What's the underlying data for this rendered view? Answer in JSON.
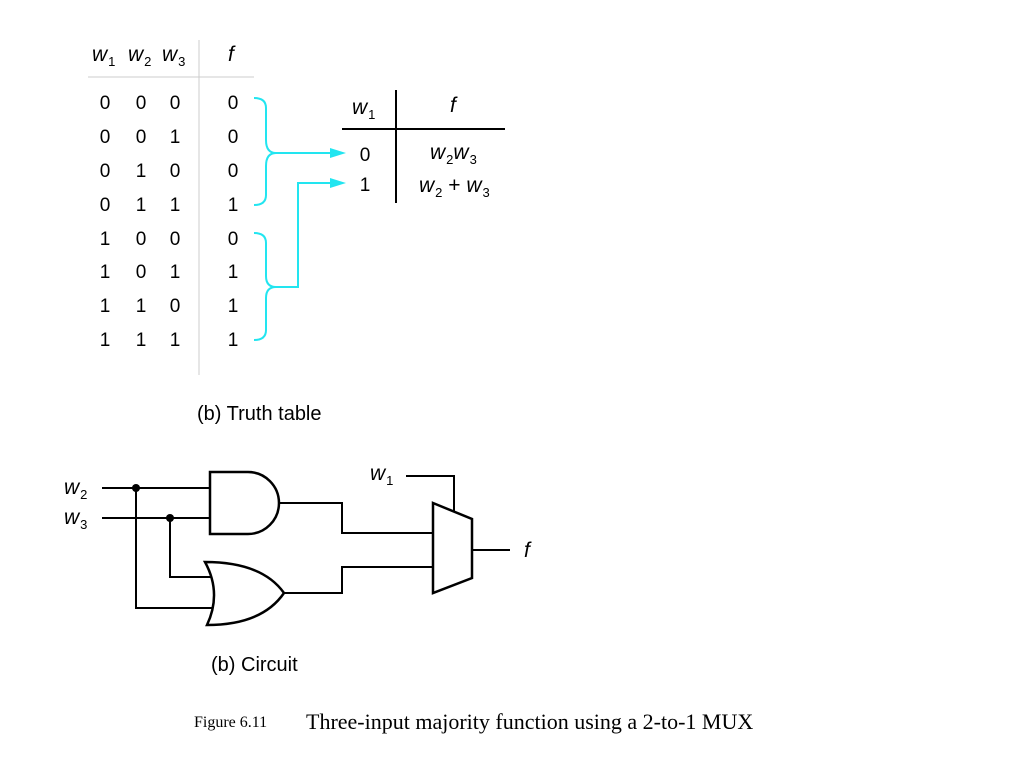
{
  "truth_table": {
    "headers": [
      {
        "var": "w",
        "sub": "1"
      },
      {
        "var": "w",
        "sub": "2"
      },
      {
        "var": "w",
        "sub": "3"
      },
      {
        "var": "f",
        "sub": ""
      }
    ],
    "rows": [
      [
        "0",
        "0",
        "0",
        "0"
      ],
      [
        "0",
        "0",
        "1",
        "0"
      ],
      [
        "0",
        "1",
        "0",
        "0"
      ],
      [
        "0",
        "1",
        "1",
        "1"
      ],
      [
        "1",
        "0",
        "0",
        "0"
      ],
      [
        "1",
        "0",
        "1",
        "1"
      ],
      [
        "1",
        "1",
        "0",
        "1"
      ],
      [
        "1",
        "1",
        "1",
        "1"
      ]
    ],
    "caption": "(b) Truth table"
  },
  "reduced_table": {
    "header_w": {
      "var": "w",
      "sub": "1"
    },
    "header_f": "f",
    "rows": [
      {
        "w1": "0",
        "f_terms": [
          {
            "var": "w",
            "sub": "2"
          },
          {
            "var": "w",
            "sub": "3"
          }
        ],
        "op": ""
      },
      {
        "w1": "1",
        "f_terms": [
          {
            "var": "w",
            "sub": "2"
          },
          {
            "var": "w",
            "sub": "3"
          }
        ],
        "op": "+"
      }
    ]
  },
  "circuit": {
    "inputs": [
      {
        "var": "w",
        "sub": "2"
      },
      {
        "var": "w",
        "sub": "3"
      }
    ],
    "select": {
      "var": "w",
      "sub": "1"
    },
    "output": "f",
    "caption": "(b) Circuit"
  },
  "colors": {
    "bracket": "#22e5f0",
    "ink": "#000000"
  },
  "figure": {
    "label": "Figure 6.11",
    "title": "Three-input majority function using a 2-to-1 MUX"
  }
}
